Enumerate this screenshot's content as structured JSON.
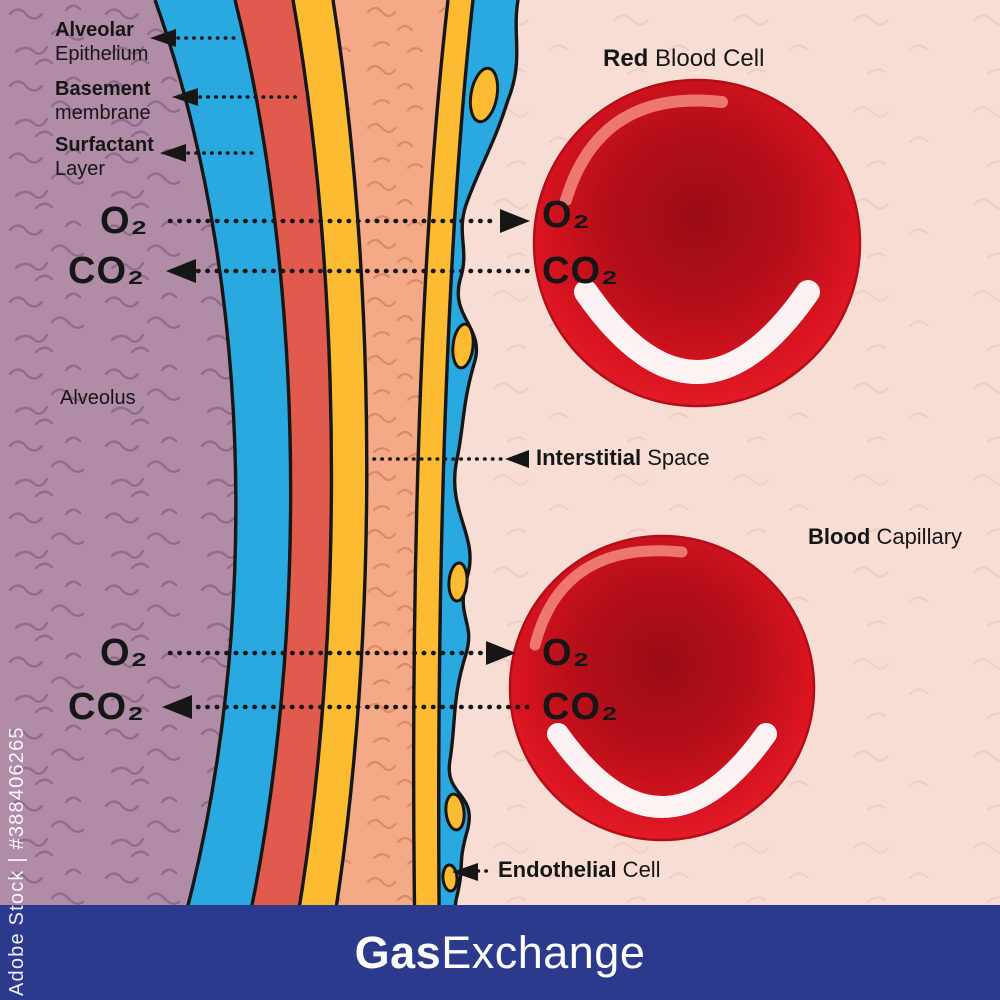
{
  "title": {
    "bold": "Gas",
    "rest": " Exchange"
  },
  "watermark": {
    "text": "Adobe Stock | #388406265"
  },
  "labels": {
    "alveolar_epithelium": {
      "bold": "Alveolar",
      "rest": "Epithelium"
    },
    "basement_membrane": {
      "bold": "Basement",
      "rest": "membrane"
    },
    "surfactant_layer": {
      "bold": "Surfactant",
      "rest": "Layer"
    },
    "alveolus": "Alveolus",
    "red_blood_cell": {
      "bold": "Red",
      "rest": " Blood Cell"
    },
    "interstitial_space": {
      "bold": "Interstitial",
      "rest": " Space"
    },
    "blood_capillary": {
      "bold": "Blood",
      "rest": " Capillary"
    },
    "endothelial_cell": {
      "bold": "Endothelial",
      "rest": " Cell"
    },
    "o2": "O₂",
    "co2": "CO₂"
  },
  "colors": {
    "alveolus-purple": "#b18ca6",
    "capillary-pink": "#f8ddd5",
    "membrane-blue": "#2aa8e0",
    "membrane-red": "#e05a4d",
    "membrane-yellow": "#fdbb31",
    "interstitial-peach": "#f4a987",
    "rbc-red": "#e0131f",
    "banner-blue": "#2b3a8d",
    "label-black": "#161616"
  }
}
